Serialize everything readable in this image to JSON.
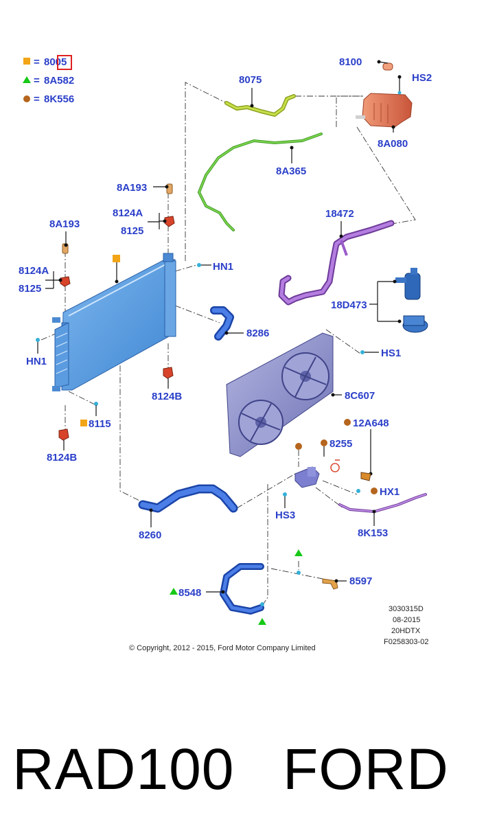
{
  "legend": [
    {
      "symbol": "square",
      "color": "#f2a516",
      "eq": "=",
      "label": "8005"
    },
    {
      "symbol": "triangle",
      "color": "#17c817",
      "eq": "=",
      "label": "8A582"
    },
    {
      "symbol": "circle",
      "color": "#b5651d",
      "eq": "=",
      "label": "8K556"
    }
  ],
  "callouts": {
    "c8100": "8100",
    "cHS2": "HS2",
    "c8075": "8075",
    "c8A080": "8A080",
    "c8A365": "8A365",
    "c8A193a": "8A193",
    "c8124Aa": "8124A",
    "c8125a": "8125",
    "c8A193b": "8A193",
    "c8124Ab": "8124A",
    "c8125b": "8125",
    "c18472": "18472",
    "cHN1a": "HN1",
    "c18D473": "18D473",
    "c8286": "8286",
    "cHS1": "HS1",
    "cHN1b": "HN1",
    "c8124Ba": "8124B",
    "c8C607": "8C607",
    "c8115": "8115",
    "c12A648": "12A648",
    "c8124Bb": "8124B",
    "c8255": "8255",
    "cHX1": "HX1",
    "cHS3": "HS3",
    "c8260": "8260",
    "c8K153": "8K153",
    "c8597": "8597",
    "c8548": "8548"
  },
  "meta": [
    "3030315D",
    "08-2015",
    "20HDTX",
    "F0258303-02"
  ],
  "copyright": "© Copyright, 2012 - 2015, Ford Motor Company Limited",
  "footer": {
    "code": "RAD100",
    "brand": "FORD"
  },
  "colors": {
    "callout": "#2a3fc9",
    "radiator": "#5b9fe0",
    "fan_shroud": "#8f93c8",
    "hose_blue": "#3a6fd8",
    "hose_purple": "#9b5cc9",
    "hose_green": "#6ccc3c",
    "hose_lime": "#b8d630",
    "reservoir": "#e27352",
    "bracket_red": "#d8442a",
    "highlight_box": "#e02020"
  }
}
